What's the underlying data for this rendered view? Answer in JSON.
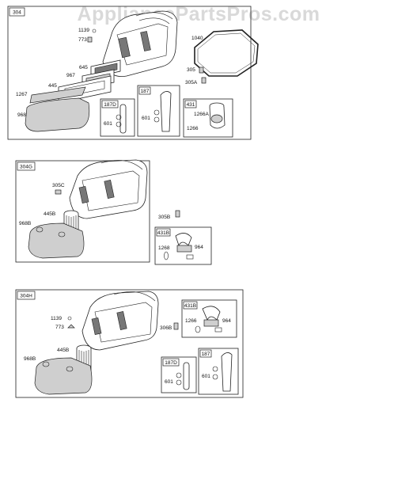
{
  "watermark": "AppliancePartsPros.com",
  "sections": [
    {
      "id": "304",
      "labels": {
        "p1139": "1139",
        "p773": "773",
        "p645": "645",
        "p967": "967",
        "p445": "445",
        "p1267": "1267",
        "p968": "968",
        "p1040": "1040",
        "p305": "305",
        "p305a": "305A",
        "p1266a": "1266A",
        "p1266": "1266"
      },
      "subboxes": [
        {
          "tag": "187D",
          "part": "601"
        },
        {
          "tag": "187",
          "part": "601"
        },
        {
          "tag": "431"
        }
      ]
    },
    {
      "id": "304G",
      "labels": {
        "p305c": "305C",
        "p445b": "445B",
        "p968b": "968B",
        "p305b": "305B",
        "p1268": "1268",
        "p964": "964"
      },
      "subboxes": [
        {
          "tag": "431B"
        }
      ]
    },
    {
      "id": "304H",
      "labels": {
        "p1139": "1139",
        "p773": "773",
        "p445b": "445B",
        "p968b": "968B",
        "p306b": "306B",
        "p1266": "1266",
        "p964": "964"
      },
      "subboxes": [
        {
          "tag": "431B"
        },
        {
          "tag": "187D",
          "part": "601"
        },
        {
          "tag": "187",
          "part": "601"
        }
      ]
    }
  ]
}
